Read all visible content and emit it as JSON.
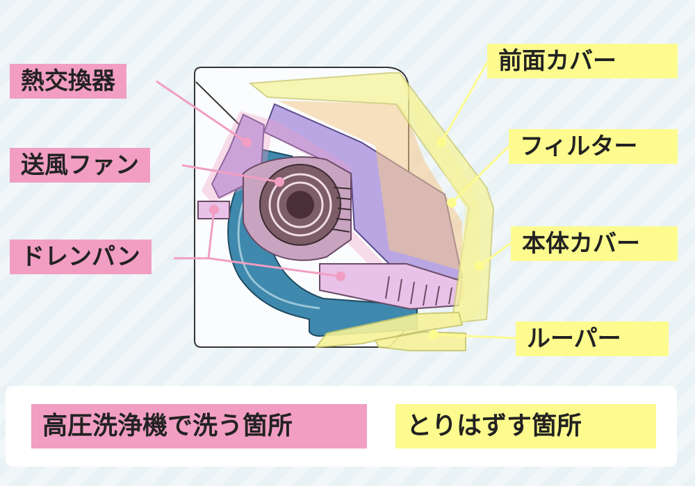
{
  "labels": {
    "heat_exchanger": "熱交換器",
    "fan": "送風ファン",
    "drain_pan": "ドレンパン",
    "front_cover": "前面カバー",
    "filter": "フィルター",
    "body_cover": "本体カバー",
    "louver": "ルーパー"
  },
  "legend": {
    "wash": "高圧洗浄機で洗う箇所",
    "remove": "とりはずす箇所"
  },
  "colors": {
    "wash_pink": "#f19ec2",
    "remove_yellow": "#fdfb8e",
    "casing_blue": "#3e89ad",
    "fan_brown": "#7d5d68"
  }
}
